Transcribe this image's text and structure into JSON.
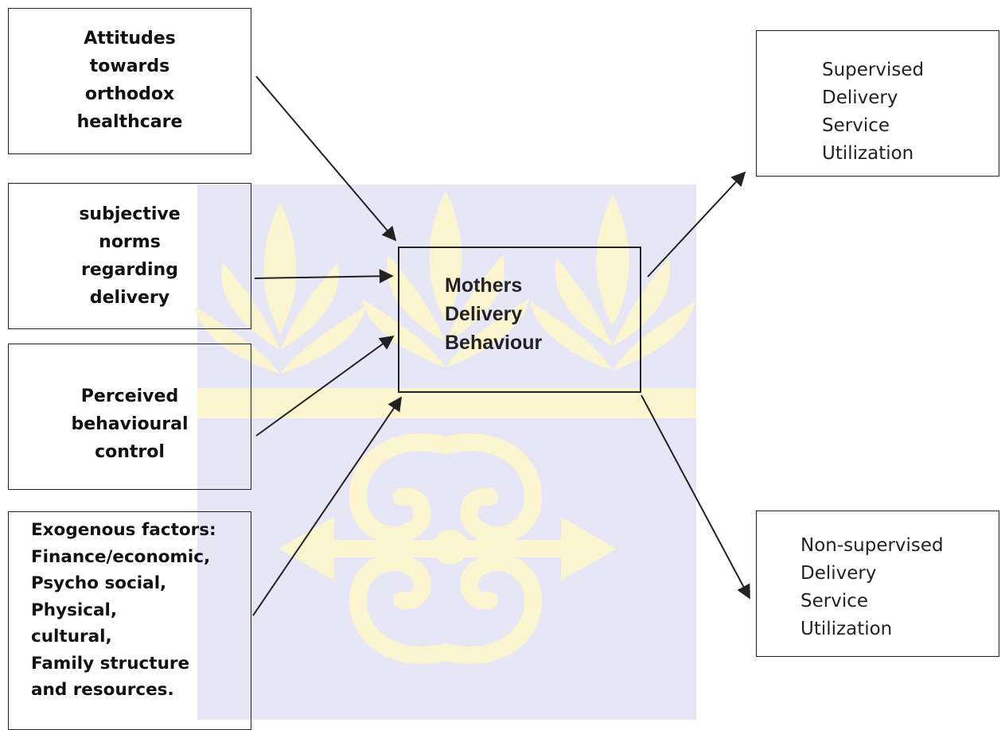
{
  "diagram": {
    "inputs": {
      "attitudes": "Attitudes\ntowards\northodox\nhealthcare",
      "norms": "subjective\nnorms\nregarding\ndelivery",
      "control": "Perceived\nbehavioural\ncontrol",
      "exogenous": "Exogenous factors:\nFinance/economic,\nPsycho social,\nPhysical,\ncultural,\nFamily structure\nand resources."
    },
    "center": "Mothers\nDelivery\nBehaviour",
    "outputs": {
      "supervised": "Supervised\nDelivery\nService\nUtilization",
      "nonsupervised": "Non-supervised\nDelivery\nService\nUtilization"
    }
  },
  "colors": {
    "watermark_blue": "#e6e6f6",
    "watermark_gold": "#fbf5cf",
    "border": "#222222",
    "arrow": "#222222"
  }
}
